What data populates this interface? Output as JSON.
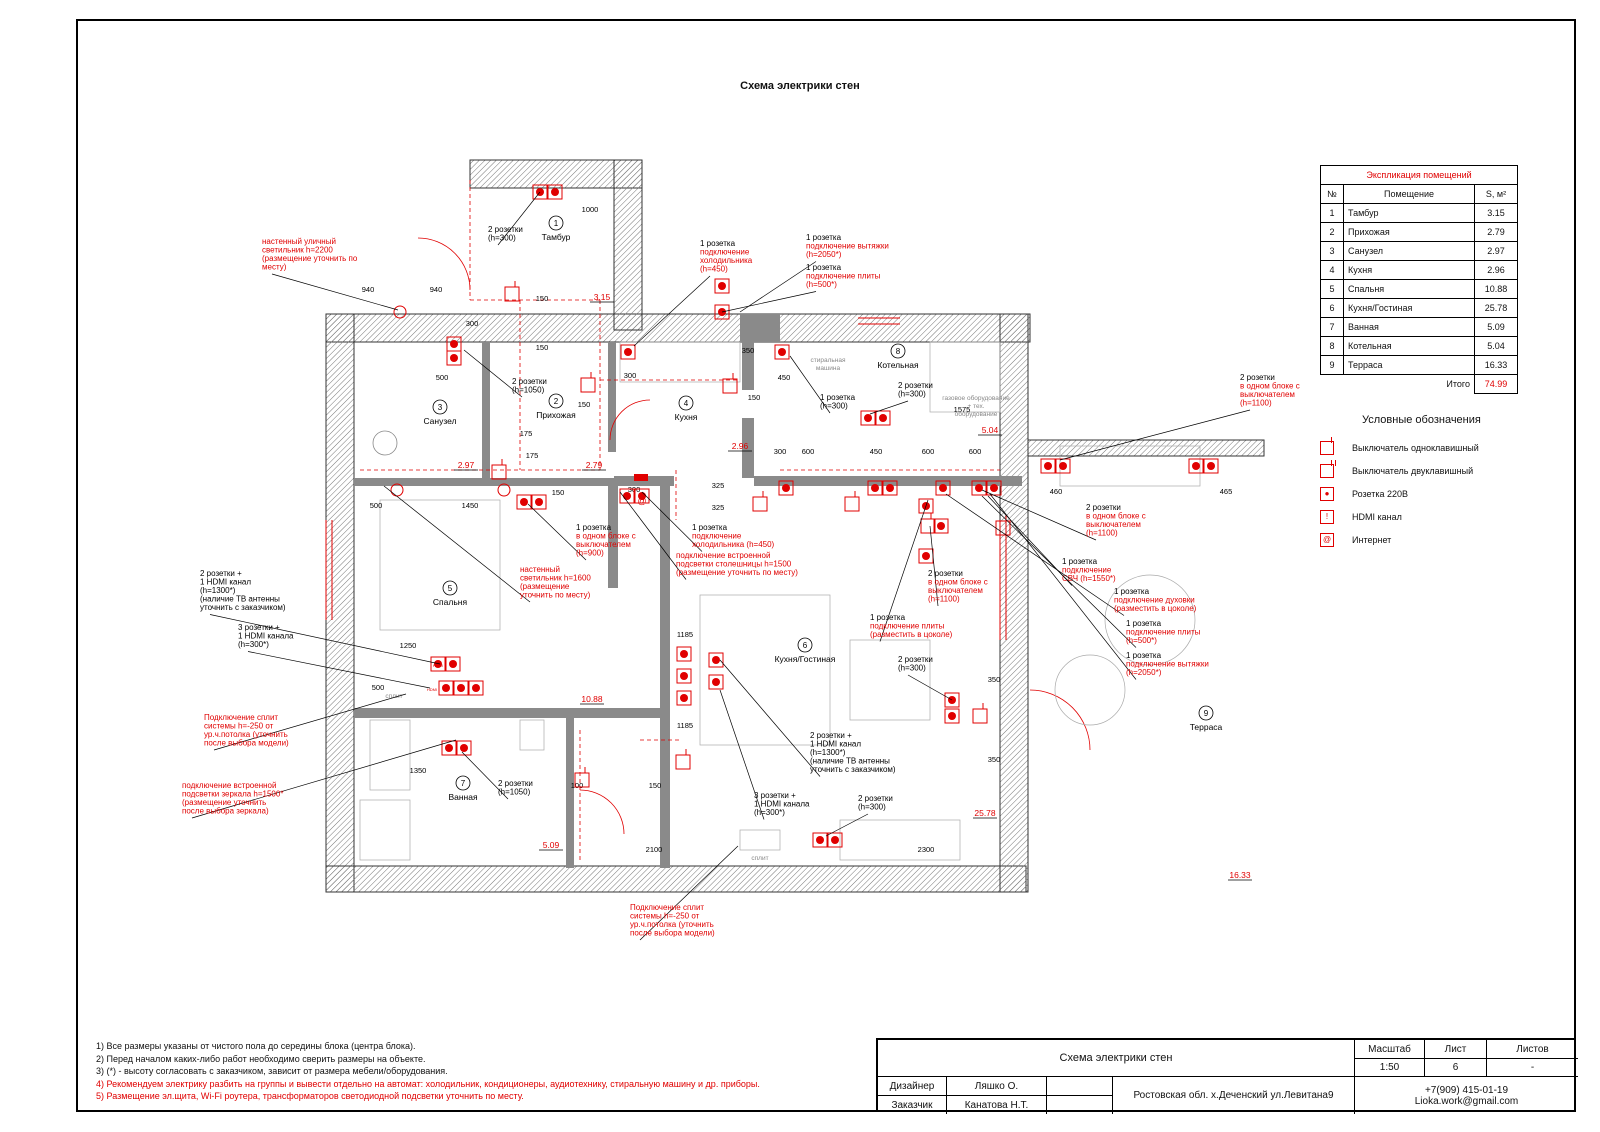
{
  "title": "Схема электрики стен",
  "explication": {
    "caption": "Экспликация помещений",
    "headers": [
      "№",
      "Помещение",
      "S, м²"
    ],
    "rows": [
      {
        "n": "1",
        "name": "Тамбур",
        "s": "3.15"
      },
      {
        "n": "2",
        "name": "Прихожая",
        "s": "2.79"
      },
      {
        "n": "3",
        "name": "Санузел",
        "s": "2.97"
      },
      {
        "n": "4",
        "name": "Кухня",
        "s": "2.96"
      },
      {
        "n": "5",
        "name": "Спальня",
        "s": "10.88"
      },
      {
        "n": "6",
        "name": "Кухня/Гостиная",
        "s": "25.78"
      },
      {
        "n": "7",
        "name": "Ванная",
        "s": "5.09"
      },
      {
        "n": "8",
        "name": "Котельная",
        "s": "5.04"
      },
      {
        "n": "9",
        "name": "Терраса",
        "s": "16.33"
      }
    ],
    "total_label": "Итого",
    "total_value": "74.99"
  },
  "legend": {
    "heading": "Условные обозначения",
    "items": [
      {
        "icon": "single-switch-icon",
        "label": "Выключатель одноклавишный"
      },
      {
        "icon": "double-switch-icon",
        "label": "Выключатель двуклавишный"
      },
      {
        "icon": "socket-icon",
        "label": "Розетка 220В"
      },
      {
        "icon": "hdmi-icon",
        "label": "HDMI канал"
      },
      {
        "icon": "internet-icon",
        "label": "Интернет"
      }
    ]
  },
  "notes": [
    {
      "text": "1) Все размеры указаны от чистого пола до середины блока (центра блока).",
      "red": false
    },
    {
      "text": "2) Перед началом каких-либо работ необходимо сверить размеры на объекте.",
      "red": false
    },
    {
      "text": "3) (*) - высоту согласовать с заказчиком, зависит от размера мебели/оборудования.",
      "red": false
    },
    {
      "text": "4) Рекомендуем электрику разбить на группы и вывести отдельно на автомат: холодильник, кондиционеры, аудиотехнику, стиральную машину и др. приборы.",
      "red": true
    },
    {
      "text": "5) Размещение эл.щита, Wi-Fi роутера, трансформаторов светодиодной подсветки уточнить по месту.",
      "red": true
    }
  ],
  "stamp": {
    "drawing_title": "Схема электрики стен",
    "scale_label": "Масштаб",
    "scale_value": "1:50",
    "sheet_label": "Лист",
    "sheet_value": "6",
    "sheets_label": "Листов",
    "sheets_value": "-",
    "designer_label": "Дизайнер",
    "designer_value": "Ляшко О.",
    "client_label": "Заказчик",
    "client_value": "Канатова Н.Т.",
    "address": "Ростовская обл. х.Деченский ул.Левитана9",
    "phone": "+7(909) 415-01-19",
    "email": "Lioka.work@gmail.com"
  },
  "plan": {
    "rooms": [
      {
        "num": "1",
        "name": "Тамбур",
        "area": "3.15"
      },
      {
        "num": "2",
        "name": "Прихожая",
        "area": "2.79"
      },
      {
        "num": "3",
        "name": "Санузел",
        "area": "2.97"
      },
      {
        "num": "4",
        "name": "Кухня",
        "area": "2.96"
      },
      {
        "num": "5",
        "name": "Спальня",
        "area": "10.88"
      },
      {
        "num": "6",
        "name": "Кухня/Гостиная",
        "area": "25.78"
      },
      {
        "num": "7",
        "name": "Ванная",
        "area": "5.09"
      },
      {
        "num": "8",
        "name": "Котельная",
        "area": "5.04"
      },
      {
        "num": "9",
        "name": "Терраса",
        "area": "16.33"
      }
    ],
    "dims": [
      "1000",
      "940",
      "940",
      "150",
      "150",
      "300",
      "150",
      "350",
      "300",
      "450",
      "150",
      "500",
      "175",
      "175",
      "300",
      "600",
      "450",
      "600",
      "600",
      "1575",
      "300",
      "150",
      "1450",
      "500",
      "325",
      "325",
      "460",
      "465",
      "1250",
      "500",
      "1185",
      "1185",
      "1350",
      "100",
      "150",
      "2100",
      "2300",
      "350",
      "350"
    ],
    "appliances": [
      "стиральная машина",
      "газовое оборудование + тех. оборудование",
      "сплит",
      "сплит"
    ],
    "callouts": [
      {
        "black": "2 розетки\n(h=300)",
        "red": ""
      },
      {
        "black": "",
        "red": "настенный уличный\nсветильник h=2200\n(размещение уточнить по\nместу)"
      },
      {
        "black": "1 розетка",
        "red": "подключение вытяжки\n(h=2050*)"
      },
      {
        "black": "1 розетка",
        "red": "подключение плиты\n(h=500*)"
      },
      {
        "black": "1 розетка",
        "red": "подключение\nхолодильника\n(h=450)"
      },
      {
        "black": "2 розетки\n(h=1050)",
        "red": ""
      },
      {
        "black": "1 розетка\n(h=300)",
        "red": ""
      },
      {
        "black": "2 розетки\n(h=300)",
        "red": ""
      },
      {
        "black": "2 розетки",
        "red": "в одном блоке с\nвыключателем\n(h=1100)"
      },
      {
        "black": "1 розетка",
        "red": "в одном блоке с\nвыключателем\n(h=900)"
      },
      {
        "black": "",
        "red": "настенный\nсветильник h=1600\n(размещение\nуточнить по месту)"
      },
      {
        "black": "1 розетка",
        "red": "подключение\nхолодильника (h=450)"
      },
      {
        "black": "",
        "red": "подключение встроенной\nподсветки столешницы h=1500\n(размещение уточнить по месту)"
      },
      {
        "black": "2 розетки",
        "red": "в одном блоке с\nвыключателем\n(h=1100)"
      },
      {
        "black": "1 розетка",
        "red": "подключение\nСВЧ (h=1550*)"
      },
      {
        "black": "2 розетки",
        "red": "в одном блоке с\nвыключателем\n(h=1100)"
      },
      {
        "black": "1 розетка",
        "red": "подключение плиты\n(разместить в цоколе)"
      },
      {
        "black": "1 розетка",
        "red": "подключение духовки\n(разместить в цоколе)"
      },
      {
        "black": "1 розетка",
        "red": "подключение плиты\n(h=500*)"
      },
      {
        "black": "1 розетка",
        "red": "подключение вытяжки\n(h=2050*)"
      },
      {
        "black": "2 розетки +\n1 HDMI канал\n(h=1300*)\n(наличие ТВ антенны\nуточнить с заказчиком)",
        "red": ""
      },
      {
        "black": "3 розетки +\n1 HDMI канала\n(h=300*)",
        "red": ""
      },
      {
        "black": "",
        "red": "Подключение сплит\nсистемы h=-250 от\nур.ч.потолка (уточнить\nпосле выбора модели)"
      },
      {
        "black": "",
        "red": "подключение встроенной\nподсветки зеркала h=1500*\n(размещение уточнить\nпосле выбора зеркала)"
      },
      {
        "black": "2 розетки\n(h=1050)",
        "red": ""
      },
      {
        "black": "2 розетки\n(h=300)",
        "red": ""
      },
      {
        "black": "2 розетки +\n1 HDMI канал\n(h=1300*)\n(наличие ТВ антенны\nуточнить с заказчиком)",
        "red": ""
      },
      {
        "black": "3 розетки +\n1 HDMI канала\n(h=300*)",
        "red": ""
      },
      {
        "black": "2 розетки\n(h=300)",
        "red": ""
      },
      {
        "black": "",
        "red": "Подключение сплит\nсистемы h=-250 от\nур.ч.потолка (уточнить\nпосле выбора модели)"
      }
    ]
  },
  "colors": {
    "accent": "#e00000",
    "wall": "#8a8a8a",
    "line": "#000000"
  }
}
